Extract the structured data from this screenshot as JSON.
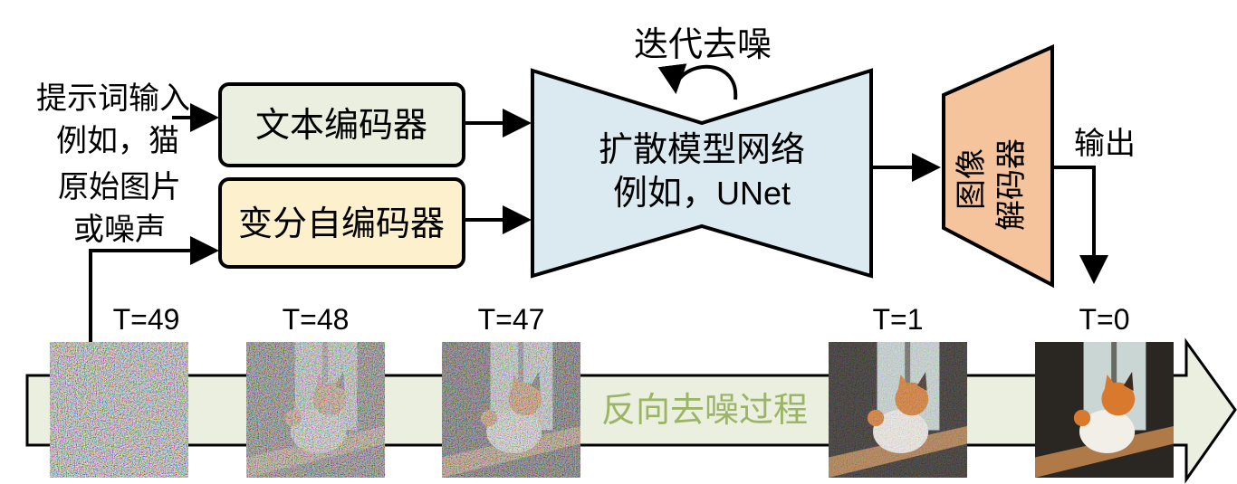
{
  "inputs": {
    "prompt_line1": "提示词输入",
    "prompt_line2": "例如，猫",
    "image_line1": "原始图片",
    "image_line2": "或噪声"
  },
  "text_encoder": {
    "label": "文本编码器",
    "color": "#ebefe0"
  },
  "vae_encoder": {
    "label": "变分自编码器",
    "color": "#fdf0cc"
  },
  "diffusion": {
    "line1": "扩散模型网络",
    "line2_cn": "例如，",
    "line2_en": "UNet",
    "color": "#dbeaf1",
    "loop_label": "迭代去噪"
  },
  "decoder": {
    "line1": "图像",
    "line2": "解码器",
    "color": "#f6c49c"
  },
  "output_label": "输出",
  "process": {
    "label": "反向去噪过程",
    "label_color": "#9bb564",
    "arrow_color": "#ebefe0"
  },
  "steps": [
    {
      "label": "T=49",
      "noise": 1.0
    },
    {
      "label": "T=48",
      "noise": 0.8
    },
    {
      "label": "T=47",
      "noise": 0.7
    },
    {
      "label": "T=1",
      "noise": 0.25
    },
    {
      "label": "T=0",
      "noise": 0.0
    }
  ]
}
